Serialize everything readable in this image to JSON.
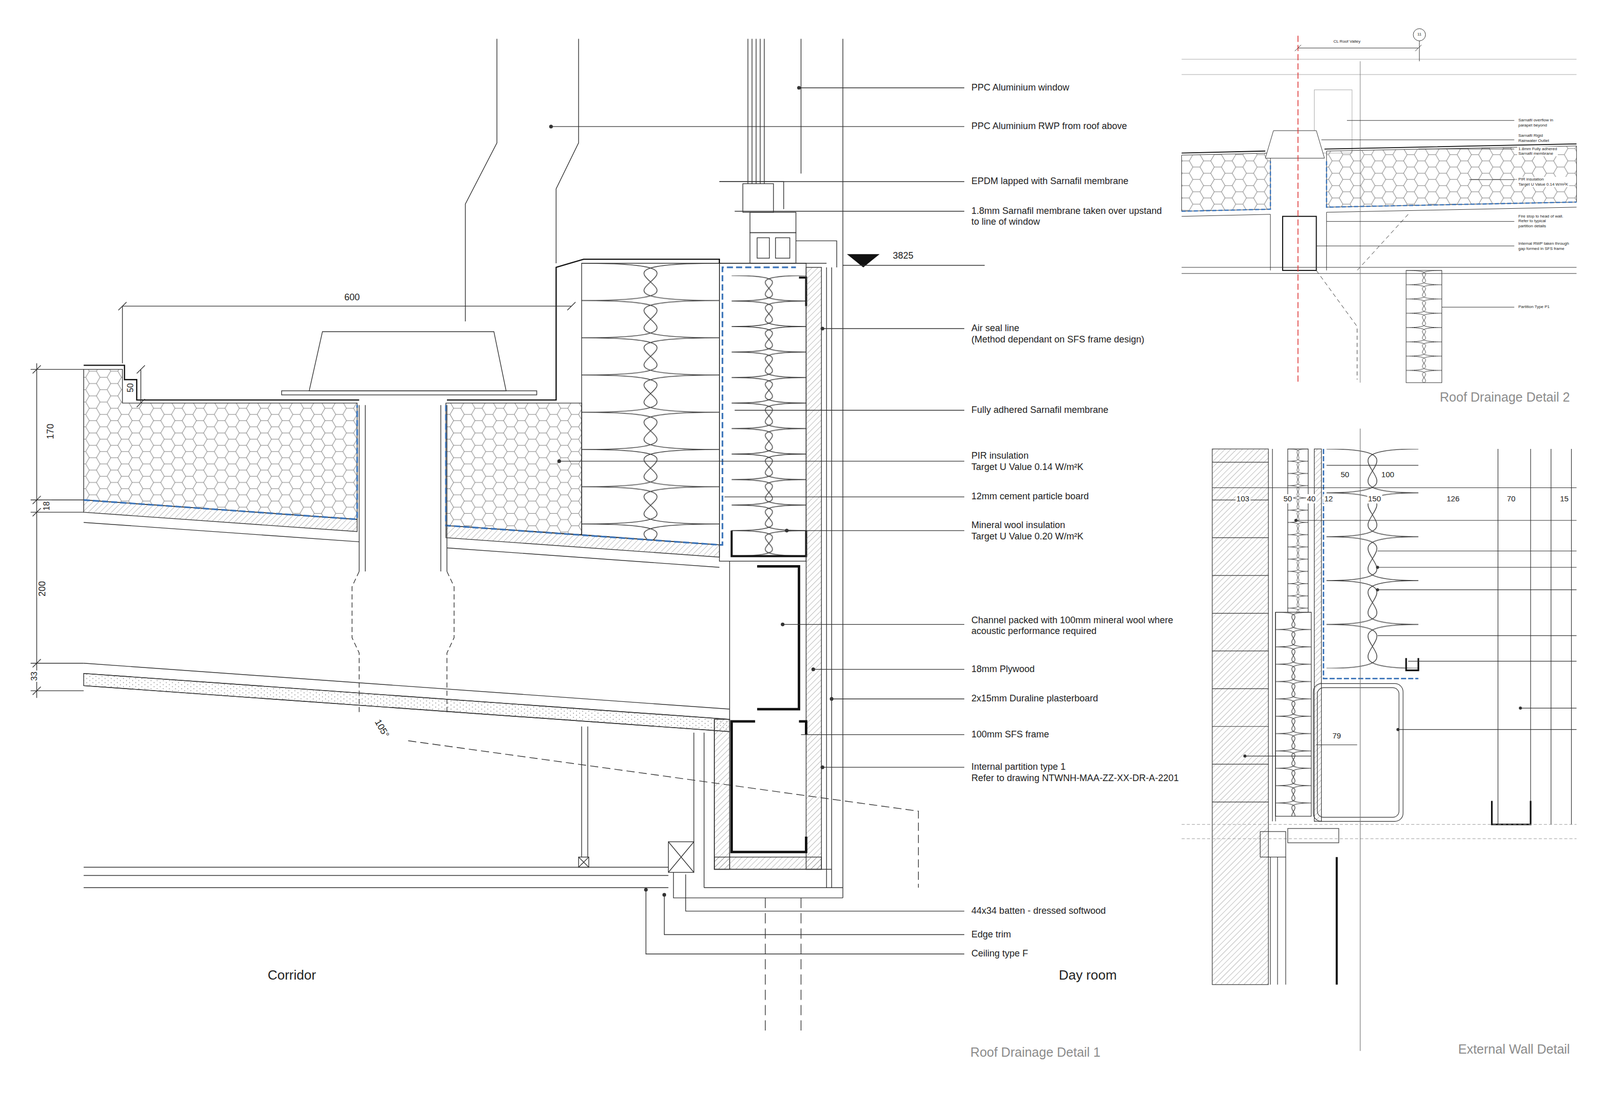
{
  "diagram": {
    "labels": [
      "PPC Aluminium window",
      "PPC Aluminium RWP from roof above",
      "EPDM lapped with Sarnafil membrane",
      "1.8mm Sarnafil membrane taken over upstand to line of window",
      "3825",
      "Air seal line (Method dependant on SFS frame design)",
      "Fully adhered Sarnafil membrane",
      "PIR insulation Target U Value 0.14 W/m²K",
      "12mm cement particle board",
      "Mineral wool insulation Target U Value 0.20 W/m²K",
      "Channel packed with 100mm mineral wool where acoustic performance required",
      "18mm Plywood",
      "2x15mm Duraline plasterboard",
      "100mm SFS frame",
      "Internal partition type 1 Refer to drawing NTWNH-MAA-ZZ-XX-DR-A-2201",
      "44x34 batten - dressed softwood",
      "Edge trim",
      "Ceiling type F",
      "Corridor",
      "Day room",
      "Roof Drainage Detail 1",
      "600",
      "50",
      "170",
      "18",
      "200",
      "33",
      "105°",
      "Roof Drainage Detail 2",
      "CL Roof Valley",
      "11",
      "Sarnafil overflow in parapet beyond",
      "Sarnafil Rigid Rainwater Outlet",
      "1.8mm Fully adhered Sarnafil membrane",
      "PIR insulation Target U Value 0.14 W/m²K",
      "Fire stop to head of wall. Refer to typical partition details",
      "Internal RWP taken through gap formed in SFS frame",
      "Partition Type P1",
      "External Wall Detail",
      "103",
      "50",
      "40",
      "12",
      "150",
      "126",
      "70",
      "15",
      "50",
      "100",
      "79"
    ]
  }
}
